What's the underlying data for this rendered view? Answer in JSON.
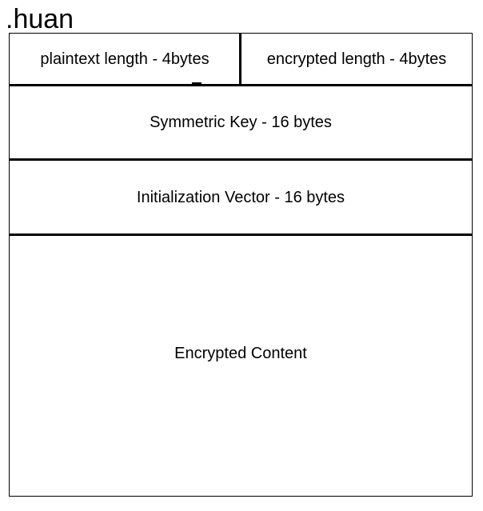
{
  "diagram": {
    "title": ".huan",
    "fields": {
      "plaintext_length": "plaintext length - 4bytes",
      "encrypted_length": "encrypted length - 4bytes",
      "symmetric_key": "Symmetric Key - 16 bytes",
      "initialization_vector": "Initialization Vector - 16 bytes",
      "encrypted_content": "Encrypted Content"
    }
  }
}
